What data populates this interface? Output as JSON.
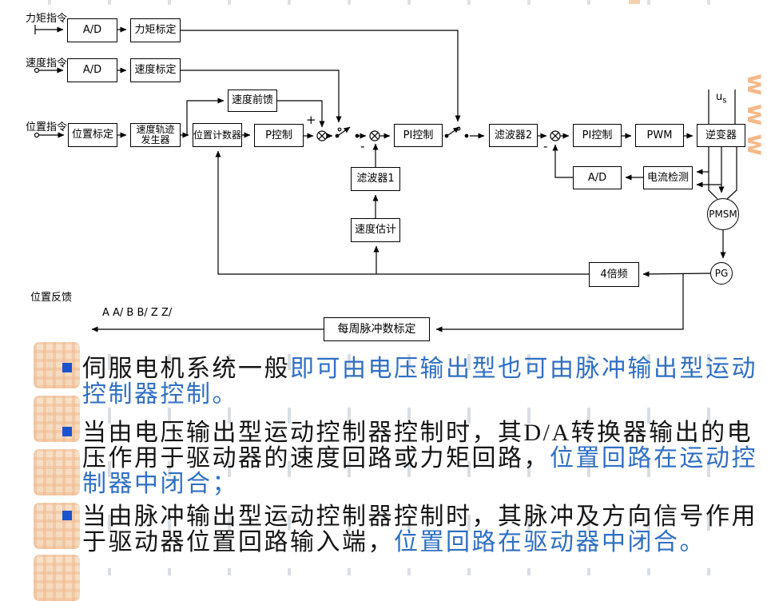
{
  "diagram": {
    "input_labels": {
      "torque": "力矩指令",
      "speed": "速度指令",
      "position": "位置指令"
    },
    "feedback_label": "位置反馈",
    "encoder_signals": "A  A/ B  B/ Z  Z/",
    "us_base": "u",
    "us_sub": "s",
    "plus": "+",
    "minus1": "-",
    "minus2": "-",
    "boxes": {
      "ad1": "A/D",
      "torque_cal": "力矩标定",
      "ad2": "A/D",
      "speed_cal": "速度标定",
      "pos_cal": "位置标定",
      "traj1": "速度轨迹",
      "traj2": "发生器",
      "pos_counter": "位置计数器",
      "p_ctrl": "P控制",
      "speed_ff": "速度前馈",
      "pi1": "PI控制",
      "filter2": "滤波器2",
      "pi2": "PI控制",
      "pwm": "PWM",
      "inverter": "逆变器",
      "ad3": "A/D",
      "current_det": "电流检测",
      "filter1": "滤波器1",
      "speed_est": "速度估计",
      "quad": "4倍频",
      "pulse_cal": "每周脉冲数标定"
    },
    "nodes": {
      "pmsm": "PMSM",
      "pg": "PG"
    }
  },
  "bullets": [
    {
      "black": "伺服电机系统一般",
      "blue": "即可由电压输出型也可由脉冲输出型运动控制器控制。"
    },
    {
      "black": "当由电压输出型运动控制器控制时，其D/A转换器输出的电压作用于驱动器的速度回路或力矩回路，",
      "blue": "位置回路在运动控制器中闭合；"
    },
    {
      "black": "当由脉冲输出型运动控制器控制时，其脉冲及方向信号作用于驱动器位置回路输入端，",
      "blue": "位置回路在驱动器中闭合。"
    }
  ],
  "watermark": {
    "side_text": "www"
  },
  "colors": {
    "text_black": "#141414",
    "text_blue": "#2f6fc3",
    "bullet_blue": "#1a53cd",
    "seal_orange": "#f4cfa5",
    "line": "#000000"
  }
}
